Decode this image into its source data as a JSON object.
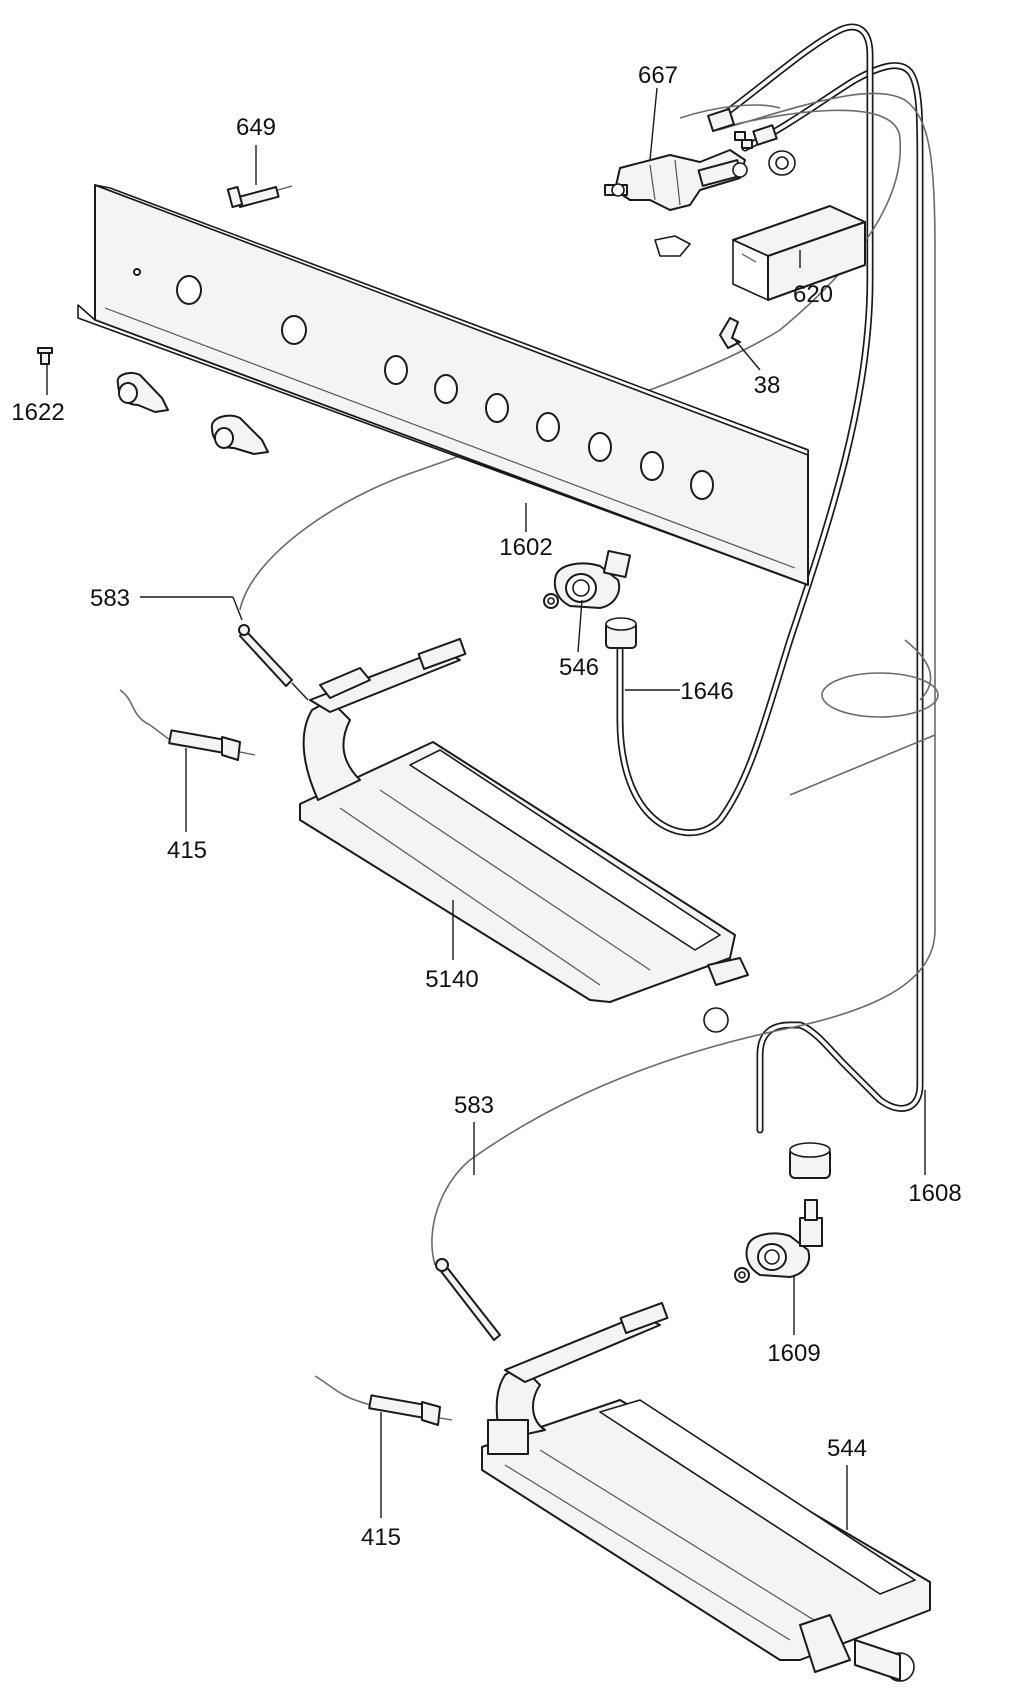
{
  "labels": {
    "p667": "667",
    "p649": "649",
    "p620": "620",
    "p38": "38",
    "p1622": "1622",
    "p1602": "1602",
    "p583_top": "583",
    "p546": "546",
    "p1646": "1646",
    "p415_top": "415",
    "p5140": "5140",
    "p583_bottom": "583",
    "p1608": "1608",
    "p1609": "1609",
    "p544": "544",
    "p415_bottom": "415"
  },
  "colors": {
    "line": "#1a1a1a",
    "wire": "#6a6a6a",
    "fill": "#f4f4f4",
    "background": "#ffffff"
  }
}
